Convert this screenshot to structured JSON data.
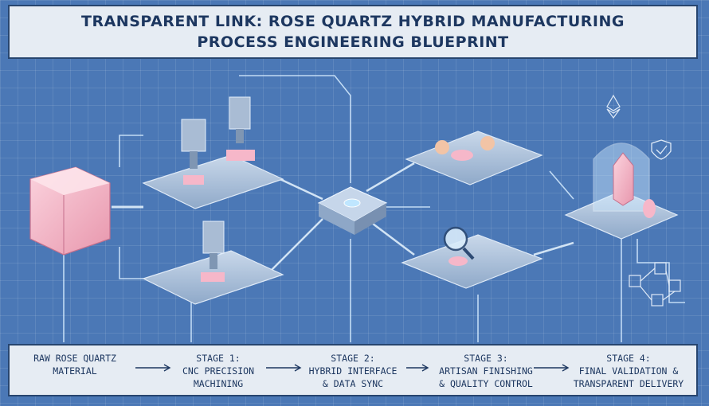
{
  "title": {
    "line1": "Transparent Link: Rose Quartz Hybrid Manufacturing",
    "line2": "Process Engineering Blueprint"
  },
  "stages": [
    {
      "line1": "Raw Rose Quartz",
      "line2": "Material"
    },
    {
      "line1": "Stage 1:",
      "line2": "CNC Precision",
      "line3": "Machining"
    },
    {
      "line1": "Stage 2:",
      "line2": "Hybrid Interface",
      "line3": "& Data Sync"
    },
    {
      "line1": "Stage 3:",
      "line2": "Artisan Finishing",
      "line3": "& Quality Control"
    },
    {
      "line1": "Stage 4:",
      "line2": "Final Validation &",
      "line3": "Transparent Delivery"
    }
  ],
  "icons": [
    "quartz-block-icon",
    "cnc-machine-icon",
    "data-hub-icon",
    "artisan-hands-icon",
    "magnifier-icon",
    "crystal-dome-icon",
    "blockchain-cubes-icon",
    "shield-check-icon",
    "ethereum-icon"
  ],
  "colors": {
    "background": "#4b78b6",
    "panel": "#e6ecf3",
    "ink": "#1d3760",
    "quartz": "#f4b6c8",
    "glow": "#bfe6ff"
  }
}
